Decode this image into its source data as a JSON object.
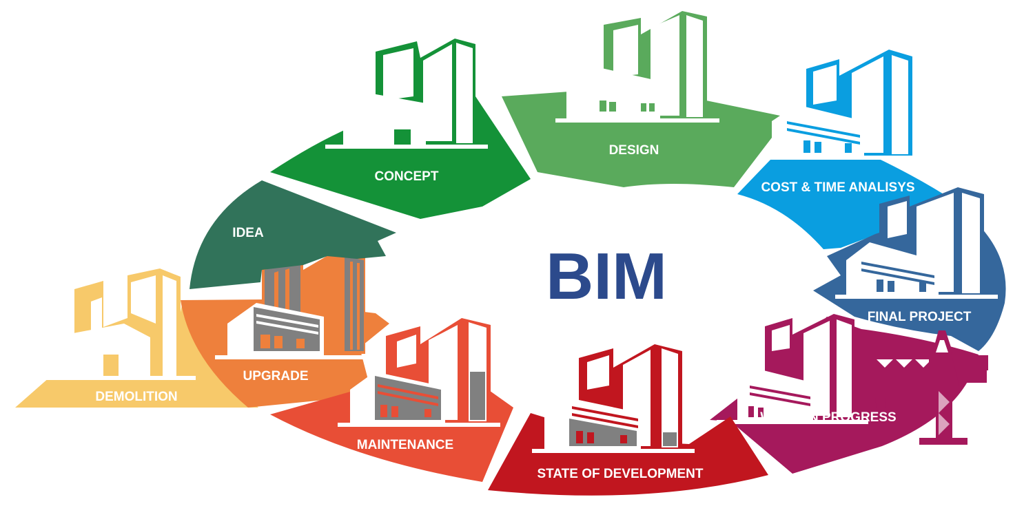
{
  "center_title": "BIM",
  "colors": {
    "title": "#2c4a8c",
    "idea": "#31735a",
    "concept": "#149238",
    "design": "#5aaa5c",
    "cost": "#0a9ee0",
    "final": "#35679c",
    "wip": "#a5195c",
    "state": "#c1161f",
    "maintenance": "#e84e36",
    "upgrade": "#ee803c",
    "demolition": "#f7c96a",
    "grey": "#808080"
  },
  "stages": [
    {
      "id": "idea",
      "label": "IDEA"
    },
    {
      "id": "concept",
      "label": "CONCEPT"
    },
    {
      "id": "design",
      "label": "DESIGN"
    },
    {
      "id": "cost",
      "label": "COST & TIME ANALISYS"
    },
    {
      "id": "final",
      "label": "FINAL PROJECT"
    },
    {
      "id": "wip",
      "label": "WORK IN PROGRESS"
    },
    {
      "id": "state",
      "label": "STATE OF DEVELOPMENT"
    },
    {
      "id": "maintenance",
      "label": "MAINTENANCE"
    },
    {
      "id": "upgrade",
      "label": "UPGRADE"
    },
    {
      "id": "demolition",
      "label": "DEMOLITION"
    }
  ]
}
